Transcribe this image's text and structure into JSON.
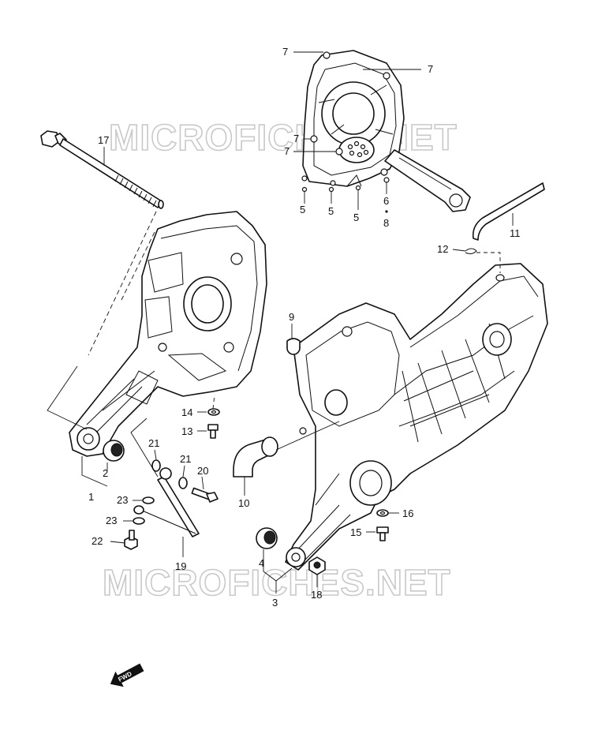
{
  "watermark": {
    "upper": "MICROFICHES.NET",
    "lower": "MICROFICHES.NET"
  },
  "direction_marker": {
    "text": "FWD",
    "icon": "fwd-arrow-icon"
  },
  "callouts": {
    "c1": "1",
    "c2": "2",
    "c3": "3",
    "c4": "4",
    "c5a": "5",
    "c5b": "5",
    "c5c": "5",
    "c6": "6",
    "c8": "8",
    "c7a": "7",
    "c7b": "7",
    "c7c": "7",
    "c7d": "7",
    "c9": "9",
    "c10": "10",
    "c11": "11",
    "c12": "12",
    "c13": "13",
    "c14": "14",
    "c15": "15",
    "c16": "16",
    "c17": "17",
    "c18": "18",
    "c19": "19",
    "c20": "20",
    "c21a": "21",
    "c21b": "21",
    "c22": "22",
    "c23a": "23",
    "c23b": "23"
  }
}
